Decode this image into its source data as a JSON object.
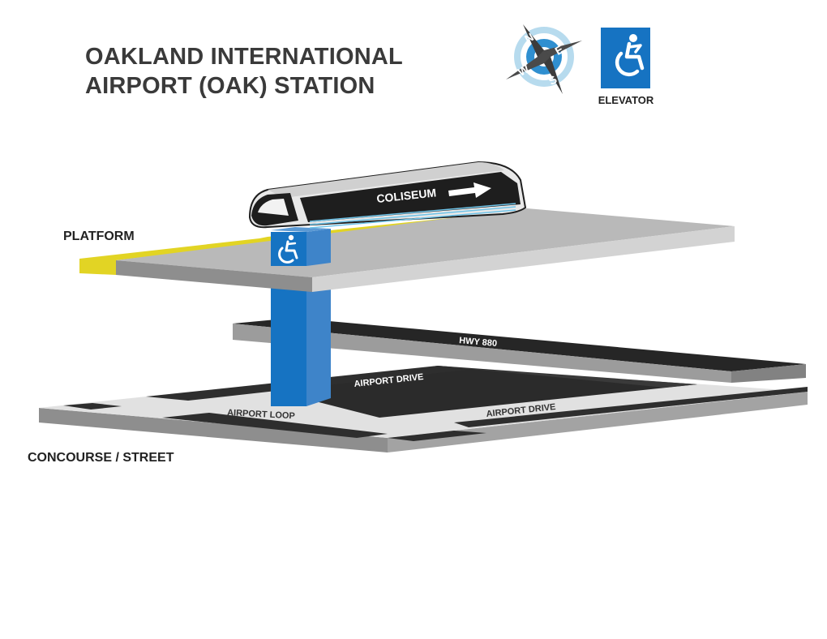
{
  "title": {
    "line1": "OAKLAND INTERNATIONAL",
    "line2": "AIRPORT (OAK) STATION"
  },
  "compass": {
    "icon": "compass-rose-icon",
    "north": "N",
    "east": "E",
    "south": "S",
    "west": "W"
  },
  "elevator_legend": {
    "icon": "accessible-elevator-icon",
    "label": "ELEVATOR"
  },
  "levels": {
    "platform": "PLATFORM",
    "concourse": "CONCOURSE / STREET"
  },
  "train": {
    "destination": "COLISEUM",
    "direction_icon": "arrow-right-icon"
  },
  "roads": {
    "highway": "HWY 880",
    "airport_drive_upper": "AIRPORT DRIVE",
    "airport_drive_lower": "AIRPORT DRIVE",
    "airport_loop": "AIRPORT LOOP"
  },
  "colors": {
    "elevator_blue": "#1673c2",
    "platform_yellow": "#e2d424",
    "road_dark": "#2e2e2e",
    "slab_gray": "#bdbdbd"
  }
}
